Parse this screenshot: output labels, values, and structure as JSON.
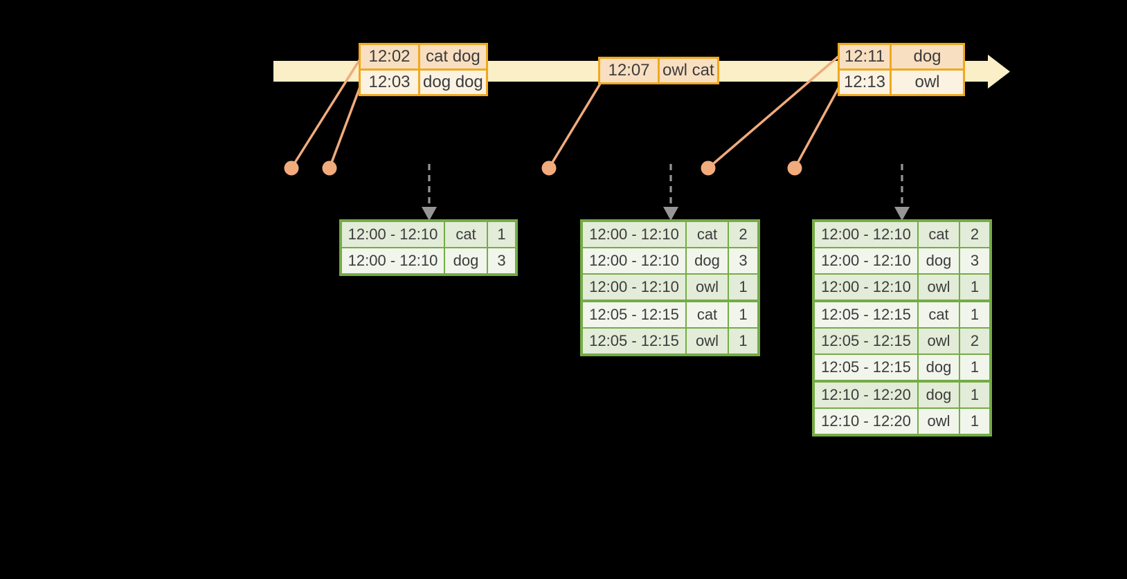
{
  "colors": {
    "background": "#000000",
    "timeline_band": "#FAEFC7",
    "event_table_border": "#F0A81C",
    "event_row_peach": "#F9DFC1",
    "event_row_cream": "#FCF2E2",
    "connector": "#F1AB7C",
    "dashed_arrow": "#969696",
    "result_table_border": "#74AC45",
    "result_row_dark": "#E2ECD8",
    "result_row_light": "#F1F5EC",
    "text": "#3C3C3C"
  },
  "event_tables": [
    {
      "rows": [
        {
          "time": "12:02",
          "words": "cat dog"
        },
        {
          "time": "12:03",
          "words": "dog dog"
        }
      ]
    },
    {
      "rows": [
        {
          "time": "12:07",
          "words": "owl cat"
        }
      ]
    },
    {
      "rows": [
        {
          "time": "12:11",
          "words": "dog"
        },
        {
          "time": "12:13",
          "words": "owl"
        }
      ]
    }
  ],
  "result_tables": [
    {
      "rows": [
        {
          "window": "12:00 - 12:10",
          "word": "cat",
          "count": "1"
        },
        {
          "window": "12:00 - 12:10",
          "word": "dog",
          "count": "3"
        }
      ]
    },
    {
      "rows": [
        {
          "window": "12:00 - 12:10",
          "word": "cat",
          "count": "2"
        },
        {
          "window": "12:00 - 12:10",
          "word": "dog",
          "count": "3"
        },
        {
          "window": "12:00 - 12:10",
          "word": "owl",
          "count": "1"
        },
        {
          "window": "12:05 - 12:15",
          "word": "cat",
          "count": "1"
        },
        {
          "window": "12:05 - 12:15",
          "word": "owl",
          "count": "1"
        }
      ]
    },
    {
      "rows": [
        {
          "window": "12:00 - 12:10",
          "word": "cat",
          "count": "2"
        },
        {
          "window": "12:00 - 12:10",
          "word": "dog",
          "count": "3"
        },
        {
          "window": "12:00 - 12:10",
          "word": "owl",
          "count": "1"
        },
        {
          "window": "12:05 - 12:15",
          "word": "cat",
          "count": "1"
        },
        {
          "window": "12:05 - 12:15",
          "word": "owl",
          "count": "2"
        },
        {
          "window": "12:05 - 12:15",
          "word": "dog",
          "count": "1"
        },
        {
          "window": "12:10 - 12:20",
          "word": "dog",
          "count": "1"
        },
        {
          "window": "12:10 - 12:20",
          "word": "owl",
          "count": "1"
        }
      ]
    }
  ]
}
